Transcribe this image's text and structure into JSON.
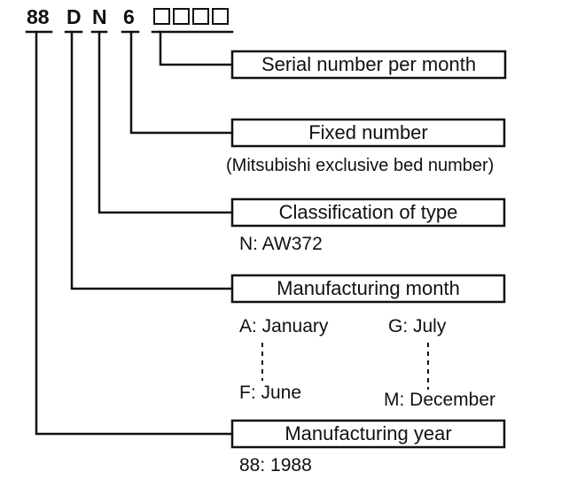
{
  "code": {
    "year": "88",
    "month": "D",
    "type": "N",
    "fixed": "6"
  },
  "fields": {
    "serial": {
      "label": "Serial number per month"
    },
    "fixed": {
      "label": "Fixed  number",
      "note": "(Mitsubishi exclusive bed number)"
    },
    "classification": {
      "label": "Classification of type",
      "note": "N: AW372"
    },
    "month": {
      "label": "Manufacturing month",
      "examples": {
        "a": "A: January",
        "g": "G: July",
        "f": "F: June",
        "m": "M: December"
      }
    },
    "year": {
      "label": "Manufacturing year",
      "note": "88: 1988"
    }
  }
}
